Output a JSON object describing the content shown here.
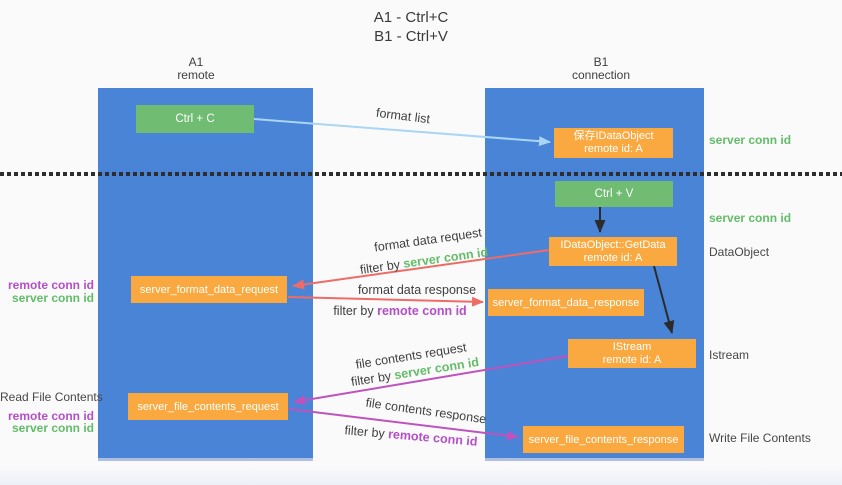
{
  "title": {
    "line1": "A1 - Ctrl+C",
    "line2": "B1 - Ctrl+V"
  },
  "lanes": {
    "a1": {
      "name": "A1",
      "subtitle": "remote"
    },
    "b1": {
      "name": "B1",
      "subtitle": "connection"
    }
  },
  "nodes": {
    "ctrl_c": {
      "label": "Ctrl + C"
    },
    "save_idataobject": {
      "line1": "保存IDataObject",
      "line2": "remote id: A"
    },
    "ctrl_v": {
      "label": "Ctrl + V"
    },
    "getdata": {
      "line1": "IDataObject::GetData",
      "line2": "remote id: A"
    },
    "format_request": {
      "label": "server_format_data_request"
    },
    "format_response": {
      "label": "server_format_data_response"
    },
    "istream": {
      "line1": "IStream",
      "line2": "remote id: A"
    },
    "file_request": {
      "label": "server_file_contents_request"
    },
    "file_response": {
      "label": "server_file_contents_response"
    }
  },
  "edge_labels": {
    "format_list": "format list",
    "format_data_request": "format data request",
    "format_data_response": "format data response",
    "file_contents_request": "file contents request",
    "file_contents_response": "file contents response",
    "filter_by": "filter by ",
    "server_conn_id": "server conn id",
    "remote_conn_id": "remote conn id"
  },
  "side_labels": {
    "server_conn_id": "server conn id",
    "remote_conn_id": "remote conn id",
    "dataobject": "DataObject",
    "istream": "Istream",
    "read_file_contents": "Read File Contents",
    "write_file_contents": "Write File Contents"
  },
  "colors": {
    "lane_blue": "#4A84D6",
    "node_green": "#6FBC72",
    "node_orange": "#F9A940",
    "arrow_light_blue": "#A9D6F5",
    "arrow_red": "#EE6B66",
    "arrow_magenta": "#BE53BE",
    "arrow_black": "#2B2B2B",
    "label_green": "#63BD68",
    "label_purple": "#B44FC8",
    "label_gray": "#3F3F3F"
  }
}
